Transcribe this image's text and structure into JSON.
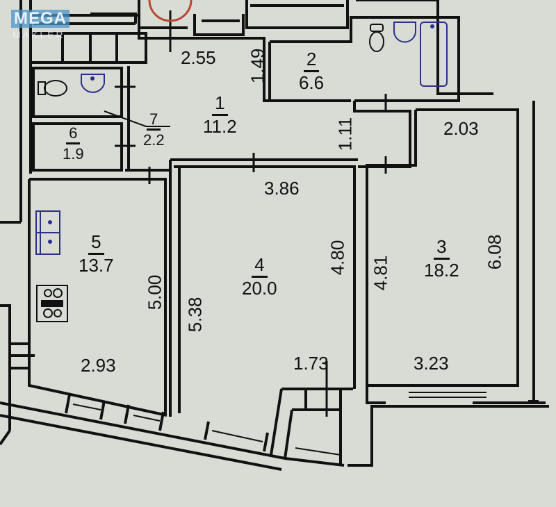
{
  "watermark": {
    "brand": "MEGA",
    "sub": "MAKLER",
    "color": "#4c96c8"
  },
  "colors": {
    "paper": "#d8dcd5",
    "walls": "#111111",
    "fixtures_blue": "#2a2f8a",
    "door_circle": "#b5482e"
  },
  "rooms": [
    {
      "id": "1",
      "number": "1",
      "area": "11.2"
    },
    {
      "id": "2",
      "number": "2",
      "area": "6.6"
    },
    {
      "id": "3",
      "number": "3",
      "area": "18.2"
    },
    {
      "id": "4",
      "number": "4",
      "area": "20.0"
    },
    {
      "id": "5",
      "number": "5",
      "area": "13.7"
    },
    {
      "id": "6",
      "number": "6",
      "area": "1.9"
    },
    {
      "id": "7",
      "number": "7",
      "area": "2.2"
    }
  ],
  "dimensions": {
    "hall_width": "2.55",
    "hall_side": "1.49",
    "corridor_side": "1.11",
    "room3_top": "2.03",
    "room4_top": "3.86",
    "room4_right": "4.80",
    "room4_left": "5.38",
    "room3_left": "4.81",
    "room3_right": "6.08",
    "kitchen_right": "5.00",
    "kitchen_bottom": "2.93",
    "balcony": "1.73",
    "room3_bottom": "3.23"
  },
  "fixtures": [
    "toilet-icon",
    "sink-icon",
    "bathtub-icon",
    "double-sink-icon",
    "stove-icon"
  ]
}
